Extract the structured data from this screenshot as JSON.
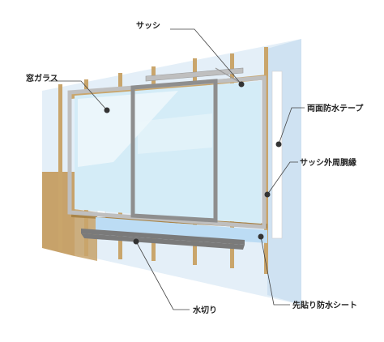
{
  "labels": {
    "sash": "サッシ",
    "window_glass": "窓ガラス",
    "double_sided_tape": "両面防水テープ",
    "sash_perimeter": "サッシ外周胴縁",
    "water_drip": "水切り",
    "pre_waterproof_sheet": "先貼り防水シート"
  },
  "colors": {
    "wall_sheet": "#e4eff8",
    "wall_sheet_edge": "#cfe2f2",
    "stud_wood": "#c9a56b",
    "stud_wood_dark": "#a98448",
    "osb_panel": "#c7a26a",
    "glass": "#d4ecf7",
    "glass_light": "#eef8fc",
    "sash_frame": "#bfbfbf",
    "sash_frame_dark": "#8e8e8e",
    "waterproof_tape": "#ffffff",
    "flashing_sheet": "#bcdcf4",
    "drip_metal": "#7a7a7a",
    "leader_line": "#444444",
    "marker_dot": "#333333"
  }
}
